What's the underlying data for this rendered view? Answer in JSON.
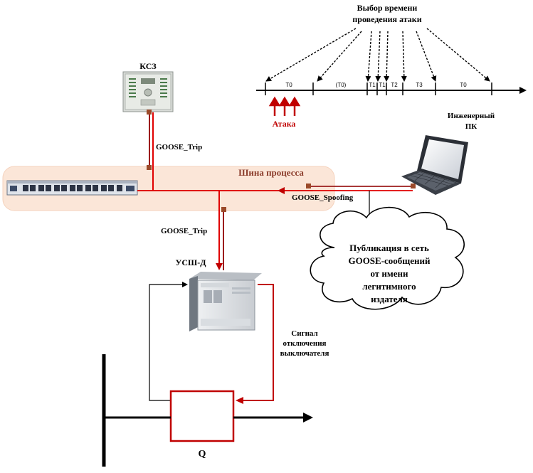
{
  "attack_timing": {
    "title_line1": "Выбор времени",
    "title_line2": "проведения атаки",
    "segments": [
      "T0",
      "(T0)",
      "T1",
      "T1",
      "T2",
      "T3",
      "T0"
    ],
    "attack_label": "Атака"
  },
  "devices": {
    "ksz_label": "КСЗ",
    "usch_label": "УСШ-Д",
    "pc_label_line1": "Инженерный",
    "pc_label_line2": "ПК"
  },
  "bus": {
    "label": "Шина процесса"
  },
  "signals": {
    "goose_trip_upper": "GOOSE_Trip",
    "goose_trip_lower": "GOOSE_Trip",
    "goose_spoofing": "GOOSE_Spoofing",
    "trip_signal_line1": "Сигнал",
    "trip_signal_line2": "отключения",
    "trip_signal_line3": "выключателя"
  },
  "cloud": {
    "line1": "Публикация в сеть",
    "line2": "GOOSE-сообщений",
    "line3": "от имени",
    "line4": "легитимного",
    "line5": "издателя"
  },
  "breaker": {
    "label": "Q"
  },
  "colors": {
    "red_line": "#e00000",
    "dark_red": "#9b1c1c",
    "bus_band": "#fbe6d8",
    "black": "#000000"
  }
}
